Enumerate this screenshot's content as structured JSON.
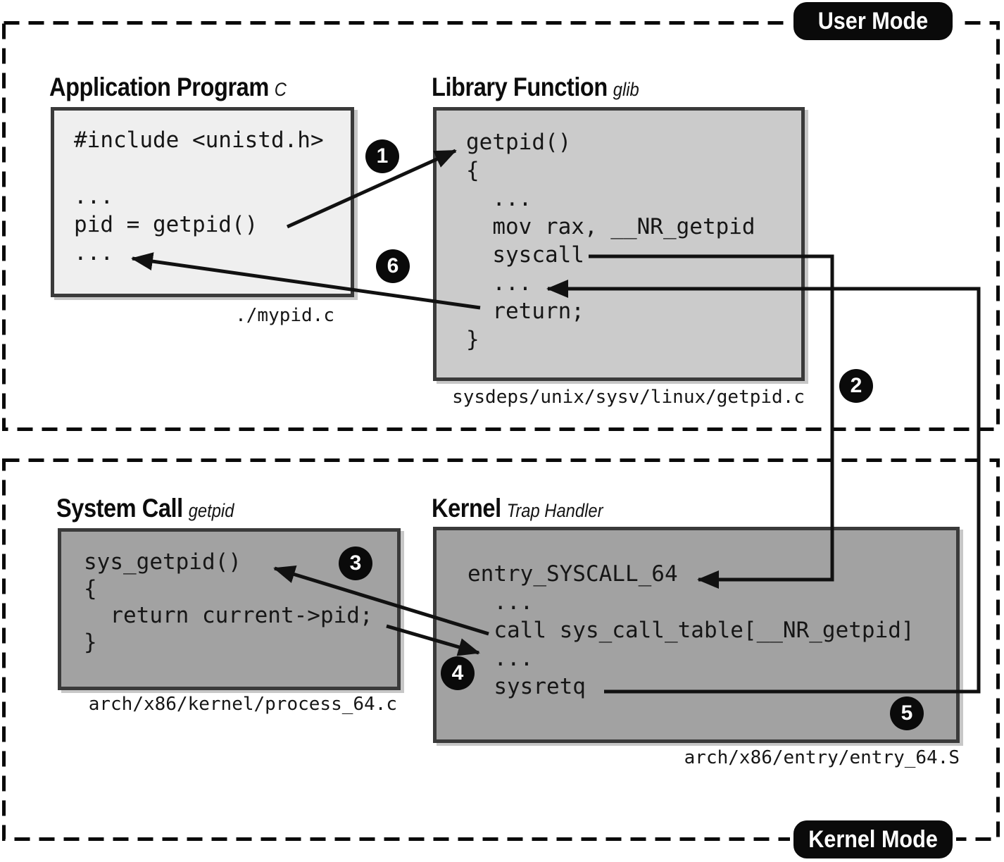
{
  "modes": {
    "user_label": "User Mode",
    "kernel_label": "Kernel Mode"
  },
  "panels": {
    "application": {
      "title": "Application Program",
      "subtitle": "C",
      "code": "#include <unistd.h>\n\n...\npid = getpid()\n...",
      "caption": "./mypid.c"
    },
    "library": {
      "title": "Library Function",
      "subtitle": "glib",
      "code": "getpid()\n{\n  ...\n  mov rax, __NR_getpid\n  syscall\n  ...\n  return;\n}",
      "caption": "sysdeps/unix/sysv/linux/getpid.c"
    },
    "system_call": {
      "title": "System Call",
      "subtitle": "getpid",
      "code": "sys_getpid()\n{\n  return current->pid;\n}",
      "caption": "arch/x86/kernel/process_64.c"
    },
    "kernel": {
      "title": "Kernel",
      "subtitle": "Trap Handler",
      "code": "entry_SYSCALL_64\n  ...\n  call sys_call_table[__NR_getpid]\n  ...\n  sysretq",
      "caption": "arch/x86/entry/entry_64.S"
    }
  },
  "steps": [
    {
      "n": "1"
    },
    {
      "n": "2"
    },
    {
      "n": "3"
    },
    {
      "n": "4"
    },
    {
      "n": "5"
    },
    {
      "n": "6"
    }
  ],
  "colors": {
    "application_box_fill": "#efefef",
    "library_box_fill": "#cbcbcb",
    "kernel_box_fill": "#a2a2a2",
    "box_border": "#3a3a3a",
    "badge_background": "#0a0a0a",
    "badge_text": "#ffffff",
    "arrow": "#111111"
  }
}
